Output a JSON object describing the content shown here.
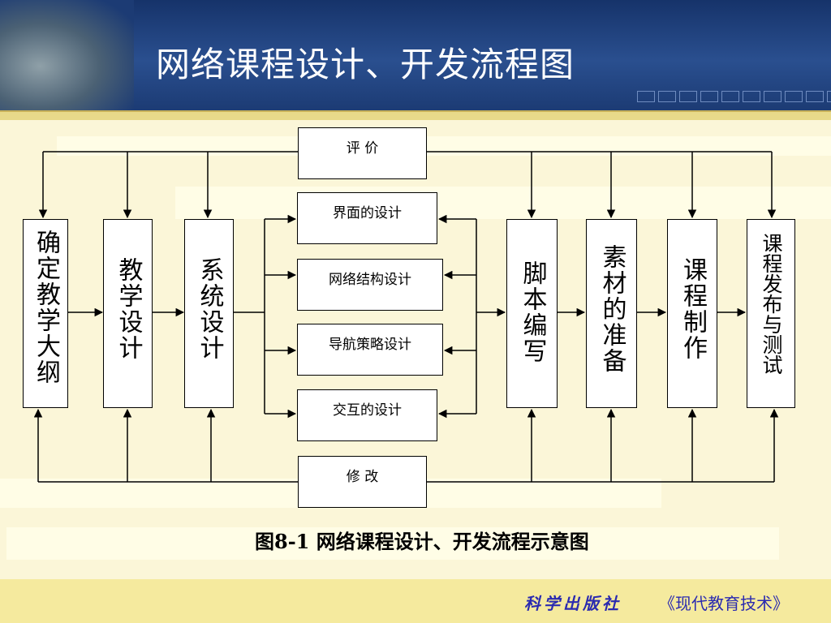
{
  "header": {
    "title": "网络课程设计、开发流程图"
  },
  "diagram": {
    "top_box": "评 价",
    "bottom_box": "修 改",
    "middle_boxes": [
      "界面的设计",
      "网络结构设计",
      "导航策略设计",
      "交互的设计"
    ],
    "vertical_boxes": [
      "确定教学大纲",
      "教学设计",
      "系统设计",
      "脚本编写",
      "素材的准备",
      "课程制作",
      "课程发布与测试"
    ],
    "caption": "图8-1  网络课程设计、开发流程示意图"
  },
  "footer": {
    "publisher": "科学出版社",
    "book": "《现代教育技术》"
  },
  "colors": {
    "header_bg": "#1c3b74",
    "page_bg": "#fbf6d8",
    "footer_text": "#2a2ab0"
  }
}
